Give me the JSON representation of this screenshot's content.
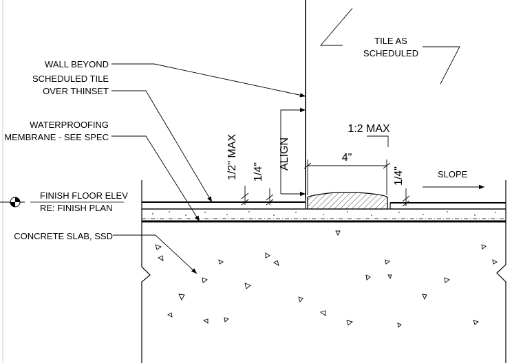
{
  "notes": {
    "wall_beyond": "WALL BEYOND",
    "tile_line1": "SCHEDULED TILE",
    "tile_line2": "OVER THINSET",
    "membrane_line1": "WATERPROOFING",
    "membrane_line2": "MEMBRANE - SEE SPEC",
    "finish_line1": "FINISH FLOOR ELEV",
    "finish_line2": "RE: FINISH PLAN",
    "slab": "CONCRETE SLAB, SSD",
    "tile_as_line1": "TILE AS",
    "tile_as_line2": "SCHEDULED",
    "slope": "SLOPE"
  },
  "dimensions": {
    "half_inch_max": "1/2\" MAX",
    "quarter_left": "1/4\"",
    "align": "ALIGN",
    "ratio": "1:2 MAX",
    "width": "4\"",
    "quarter_right": "1/4\""
  }
}
